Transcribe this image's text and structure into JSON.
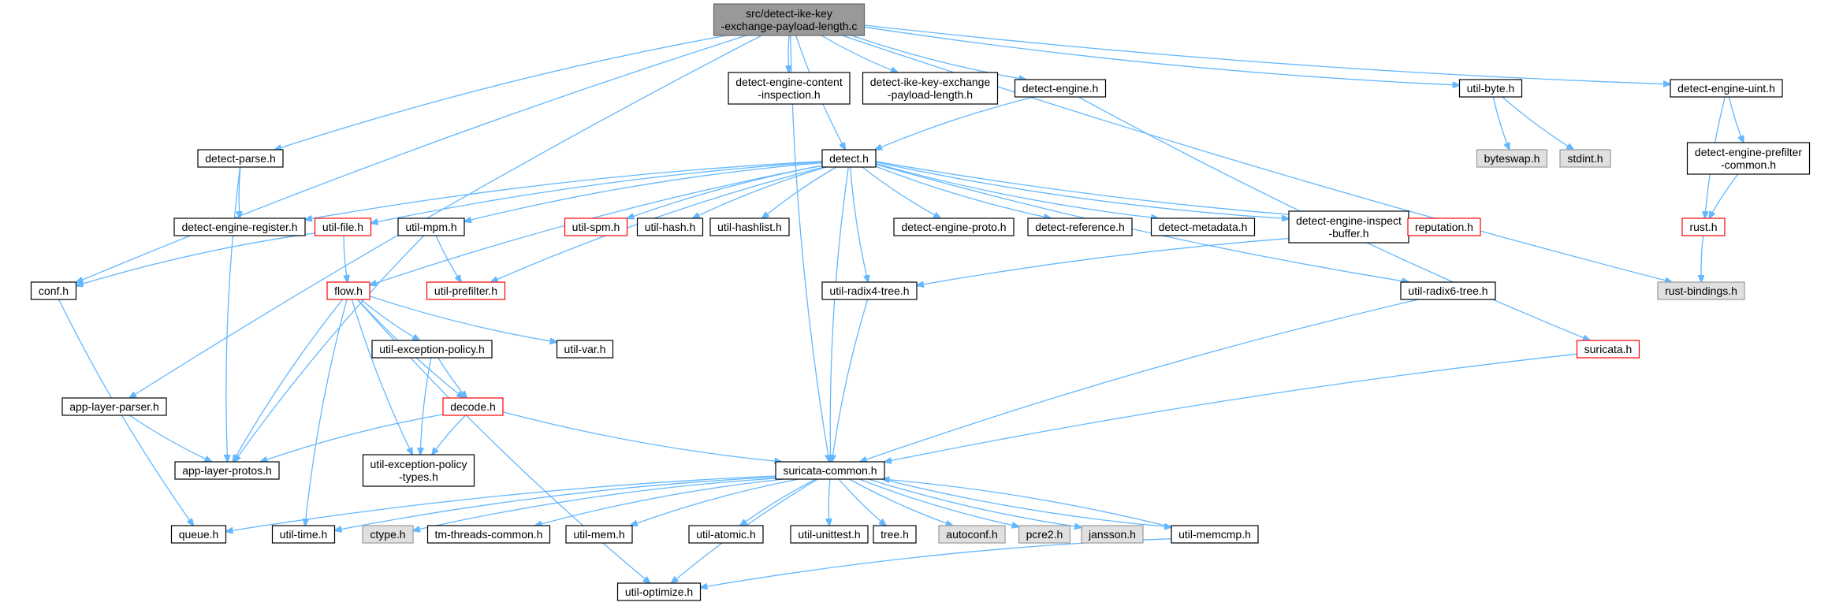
{
  "graph": {
    "title": "",
    "colors": {
      "edge": "#63b8ff",
      "root_fill": "#999999",
      "plain_fill": "#ffffff",
      "plain_border": "#000000",
      "truncated_border": "#ff0000",
      "system_fill": "#e0e0e0",
      "system_border": "#999999"
    },
    "nodes": [
      {
        "id": "root",
        "lines": [
          "src/detect-ike-key",
          "-exchange-payload-length.c"
        ],
        "kind": "root"
      },
      {
        "id": "conf",
        "lines": [
          "conf.h"
        ],
        "kind": "plain"
      },
      {
        "id": "applayerparser",
        "lines": [
          "app-layer-parser.h"
        ],
        "kind": "plain"
      },
      {
        "id": "detectparse",
        "lines": [
          "detect-parse.h"
        ],
        "kind": "plain"
      },
      {
        "id": "contentinsp",
        "lines": [
          "detect-engine-content",
          "-inspection.h"
        ],
        "kind": "plain"
      },
      {
        "id": "ikekeyh",
        "lines": [
          "detect-ike-key-exchange",
          "-payload-length.h"
        ],
        "kind": "plain"
      },
      {
        "id": "detectengine",
        "lines": [
          "detect-engine.h"
        ],
        "kind": "plain"
      },
      {
        "id": "utilbyte",
        "lines": [
          "util-byte.h"
        ],
        "kind": "plain"
      },
      {
        "id": "engineuint",
        "lines": [
          "detect-engine-uint.h"
        ],
        "kind": "plain"
      },
      {
        "id": "byteswap",
        "lines": [
          "byteswap.h"
        ],
        "kind": "system"
      },
      {
        "id": "stdint",
        "lines": [
          "stdint.h"
        ],
        "kind": "system"
      },
      {
        "id": "prefiltercommon",
        "lines": [
          "detect-engine-prefilter",
          "-common.h"
        ],
        "kind": "plain"
      },
      {
        "id": "detecth",
        "lines": [
          "detect.h"
        ],
        "kind": "plain"
      },
      {
        "id": "engineregister",
        "lines": [
          "detect-engine-register.h"
        ],
        "kind": "plain"
      },
      {
        "id": "utilfile",
        "lines": [
          "util-file.h"
        ],
        "kind": "truncated"
      },
      {
        "id": "utilmpm",
        "lines": [
          "util-mpm.h"
        ],
        "kind": "plain"
      },
      {
        "id": "utilspm",
        "lines": [
          "util-spm.h"
        ],
        "kind": "truncated"
      },
      {
        "id": "utilhash",
        "lines": [
          "util-hash.h"
        ],
        "kind": "plain"
      },
      {
        "id": "utilhashlist",
        "lines": [
          "util-hashlist.h"
        ],
        "kind": "plain"
      },
      {
        "id": "engineproto",
        "lines": [
          "detect-engine-proto.h"
        ],
        "kind": "plain"
      },
      {
        "id": "detectreference",
        "lines": [
          "detect-reference.h"
        ],
        "kind": "plain"
      },
      {
        "id": "detectmetadata",
        "lines": [
          "detect-metadata.h"
        ],
        "kind": "plain"
      },
      {
        "id": "inspectbuffer",
        "lines": [
          "detect-engine-inspect",
          "-buffer.h"
        ],
        "kind": "plain"
      },
      {
        "id": "reputation",
        "lines": [
          "reputation.h"
        ],
        "kind": "truncated"
      },
      {
        "id": "rusth",
        "lines": [
          "rust.h"
        ],
        "kind": "truncated"
      },
      {
        "id": "rustbindings",
        "lines": [
          "rust-bindings.h"
        ],
        "kind": "system"
      },
      {
        "id": "flowh",
        "lines": [
          "flow.h"
        ],
        "kind": "truncated"
      },
      {
        "id": "utilprefilter",
        "lines": [
          "util-prefilter.h"
        ],
        "kind": "truncated"
      },
      {
        "id": "radix4",
        "lines": [
          "util-radix4-tree.h"
        ],
        "kind": "plain"
      },
      {
        "id": "radix6",
        "lines": [
          "util-radix6-tree.h"
        ],
        "kind": "plain"
      },
      {
        "id": "exceptionpolicy",
        "lines": [
          "util-exception-policy.h"
        ],
        "kind": "plain"
      },
      {
        "id": "utilvar",
        "lines": [
          "util-var.h"
        ],
        "kind": "plain"
      },
      {
        "id": "suricatah",
        "lines": [
          "suricata.h"
        ],
        "kind": "truncated"
      },
      {
        "id": "decodeh",
        "lines": [
          "decode.h"
        ],
        "kind": "truncated"
      },
      {
        "id": "applayerprotos",
        "lines": [
          "app-layer-protos.h"
        ],
        "kind": "plain"
      },
      {
        "id": "exceptiontypes",
        "lines": [
          "util-exception-policy",
          "-types.h"
        ],
        "kind": "plain"
      },
      {
        "id": "suricatacommon",
        "lines": [
          "suricata-common.h"
        ],
        "kind": "plain"
      },
      {
        "id": "queueh",
        "lines": [
          "queue.h"
        ],
        "kind": "plain"
      },
      {
        "id": "utiltime",
        "lines": [
          "util-time.h"
        ],
        "kind": "plain"
      },
      {
        "id": "ctypeh",
        "lines": [
          "ctype.h"
        ],
        "kind": "system"
      },
      {
        "id": "tmthreads",
        "lines": [
          "tm-threads-common.h"
        ],
        "kind": "plain"
      },
      {
        "id": "utilmem",
        "lines": [
          "util-mem.h"
        ],
        "kind": "plain"
      },
      {
        "id": "utilatomic",
        "lines": [
          "util-atomic.h"
        ],
        "kind": "plain"
      },
      {
        "id": "utilunittest",
        "lines": [
          "util-unittest.h"
        ],
        "kind": "plain"
      },
      {
        "id": "treeh",
        "lines": [
          "tree.h"
        ],
        "kind": "plain"
      },
      {
        "id": "autoconf",
        "lines": [
          "autoconf.h"
        ],
        "kind": "system"
      },
      {
        "id": "pcre2",
        "lines": [
          "pcre2.h"
        ],
        "kind": "system"
      },
      {
        "id": "jansson",
        "lines": [
          "jansson.h"
        ],
        "kind": "system"
      },
      {
        "id": "utilmemcmp",
        "lines": [
          "util-memcmp.h"
        ],
        "kind": "plain"
      },
      {
        "id": "utiloptimize",
        "lines": [
          "util-optimize.h"
        ],
        "kind": "plain"
      }
    ],
    "edges": [
      [
        "root",
        "conf"
      ],
      [
        "root",
        "applayerparser"
      ],
      [
        "root",
        "detectparse"
      ],
      [
        "root",
        "contentinsp"
      ],
      [
        "root",
        "ikekeyh"
      ],
      [
        "root",
        "detectengine"
      ],
      [
        "root",
        "utilbyte"
      ],
      [
        "root",
        "engineuint"
      ],
      [
        "root",
        "detecth"
      ],
      [
        "root",
        "suricatacommon"
      ],
      [
        "root",
        "rustbindings"
      ],
      [
        "detectparse",
        "engineregister"
      ],
      [
        "detectparse",
        "applayerprotos"
      ],
      [
        "detectengine",
        "detecth"
      ],
      [
        "detectengine",
        "suricatah"
      ],
      [
        "utilbyte",
        "byteswap"
      ],
      [
        "utilbyte",
        "stdint"
      ],
      [
        "engineuint",
        "rusth"
      ],
      [
        "engineuint",
        "prefiltercommon"
      ],
      [
        "prefiltercommon",
        "rusth"
      ],
      [
        "rusth",
        "rustbindings"
      ],
      [
        "detecth",
        "engineregister"
      ],
      [
        "detecth",
        "utilfile"
      ],
      [
        "detecth",
        "utilmpm"
      ],
      [
        "detecth",
        "utilspm"
      ],
      [
        "detecth",
        "utilhash"
      ],
      [
        "detecth",
        "utilhashlist"
      ],
      [
        "detecth",
        "engineproto"
      ],
      [
        "detecth",
        "detectreference"
      ],
      [
        "detecth",
        "detectmetadata"
      ],
      [
        "detecth",
        "inspectbuffer"
      ],
      [
        "detecth",
        "reputation"
      ],
      [
        "detecth",
        "flowh"
      ],
      [
        "detecth",
        "utilprefilter"
      ],
      [
        "detecth",
        "radix4"
      ],
      [
        "detecth",
        "radix6"
      ],
      [
        "detecth",
        "suricatacommon"
      ],
      [
        "utilfile",
        "conf"
      ],
      [
        "utilfile",
        "flowh"
      ],
      [
        "utilmpm",
        "utilprefilter"
      ],
      [
        "utilmpm",
        "applayerprotos"
      ],
      [
        "reputation",
        "radix4"
      ],
      [
        "conf",
        "queueh"
      ],
      [
        "applayerparser",
        "applayerprotos"
      ],
      [
        "flowh",
        "exceptionpolicy"
      ],
      [
        "flowh",
        "utilvar"
      ],
      [
        "flowh",
        "decodeh"
      ],
      [
        "flowh",
        "applayerprotos"
      ],
      [
        "flowh",
        "exceptiontypes"
      ],
      [
        "flowh",
        "utiltime"
      ],
      [
        "flowh",
        "utiloptimize"
      ],
      [
        "exceptionpolicy",
        "decodeh"
      ],
      [
        "exceptionpolicy",
        "exceptiontypes"
      ],
      [
        "decodeh",
        "applayerprotos"
      ],
      [
        "decodeh",
        "exceptiontypes"
      ],
      [
        "decodeh",
        "suricatacommon"
      ],
      [
        "radix4",
        "suricatacommon"
      ],
      [
        "radix6",
        "suricatacommon"
      ],
      [
        "suricatah",
        "suricatacommon"
      ],
      [
        "suricatacommon",
        "queueh"
      ],
      [
        "suricatacommon",
        "utiltime"
      ],
      [
        "suricatacommon",
        "ctypeh"
      ],
      [
        "suricatacommon",
        "tmthreads"
      ],
      [
        "suricatacommon",
        "utilmem"
      ],
      [
        "suricatacommon",
        "utilatomic"
      ],
      [
        "suricatacommon",
        "utilunittest"
      ],
      [
        "suricatacommon",
        "treeh"
      ],
      [
        "suricatacommon",
        "autoconf"
      ],
      [
        "suricatacommon",
        "pcre2"
      ],
      [
        "suricatacommon",
        "jansson"
      ],
      [
        "suricatacommon",
        "utilmemcmp"
      ],
      [
        "suricatacommon",
        "utiloptimize"
      ],
      [
        "utilmemcmp",
        "suricatacommon"
      ],
      [
        "utilmemcmp",
        "utiloptimize"
      ]
    ]
  }
}
